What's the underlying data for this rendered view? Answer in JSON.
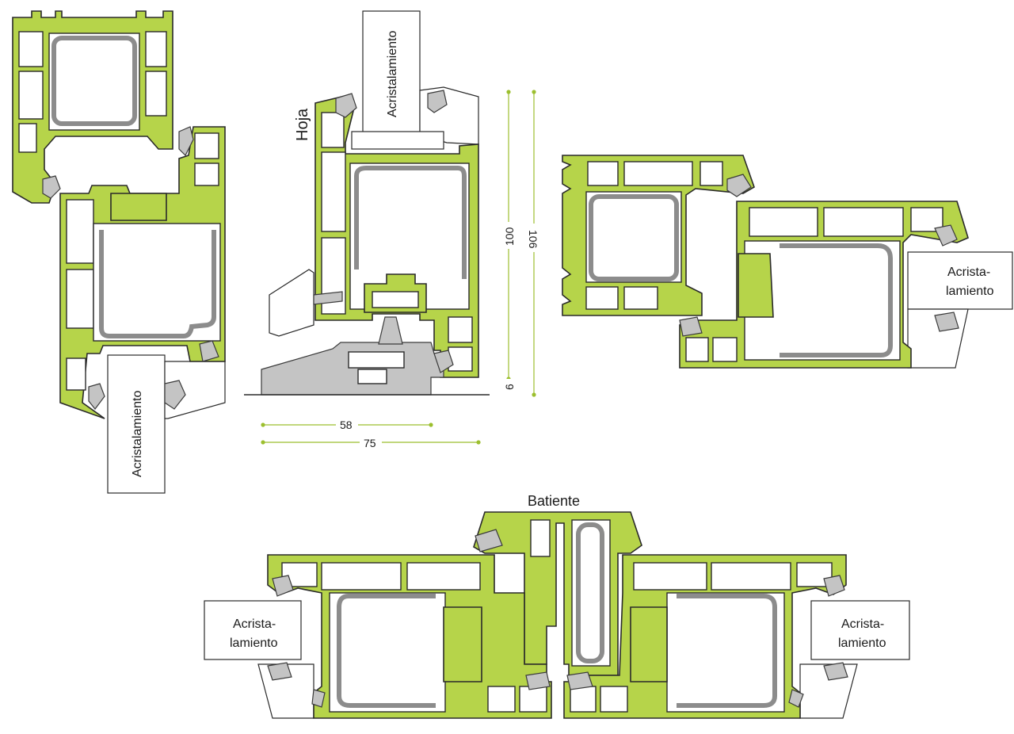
{
  "colors": {
    "profile": "#b6d44a",
    "profile_stroke": "#2a2a2a",
    "steel": "#c8c8c8",
    "gasket": "#bfbfbf",
    "glass": "#ffffff",
    "dimension": "#9cbf2e",
    "background": "#ffffff"
  },
  "labels": {
    "glazing_vertical_left": "Acristalamiento",
    "glazing_vertical_center": "Acristalamiento",
    "leaf": "Hoja",
    "glazing_right_line1": "Acrista-",
    "glazing_right_line2": "lamiento",
    "mullion": "Batiente",
    "glazing_bottom_left_line1": "Acrista-",
    "glazing_bottom_left_line2": "lamiento",
    "glazing_bottom_right_line1": "Acrista-",
    "glazing_bottom_right_line2": "lamiento"
  },
  "dimensions": {
    "height_inner": "100",
    "height_outer": "106",
    "bottom_gap": "6",
    "width_inner": "58",
    "width_outer": "75"
  }
}
